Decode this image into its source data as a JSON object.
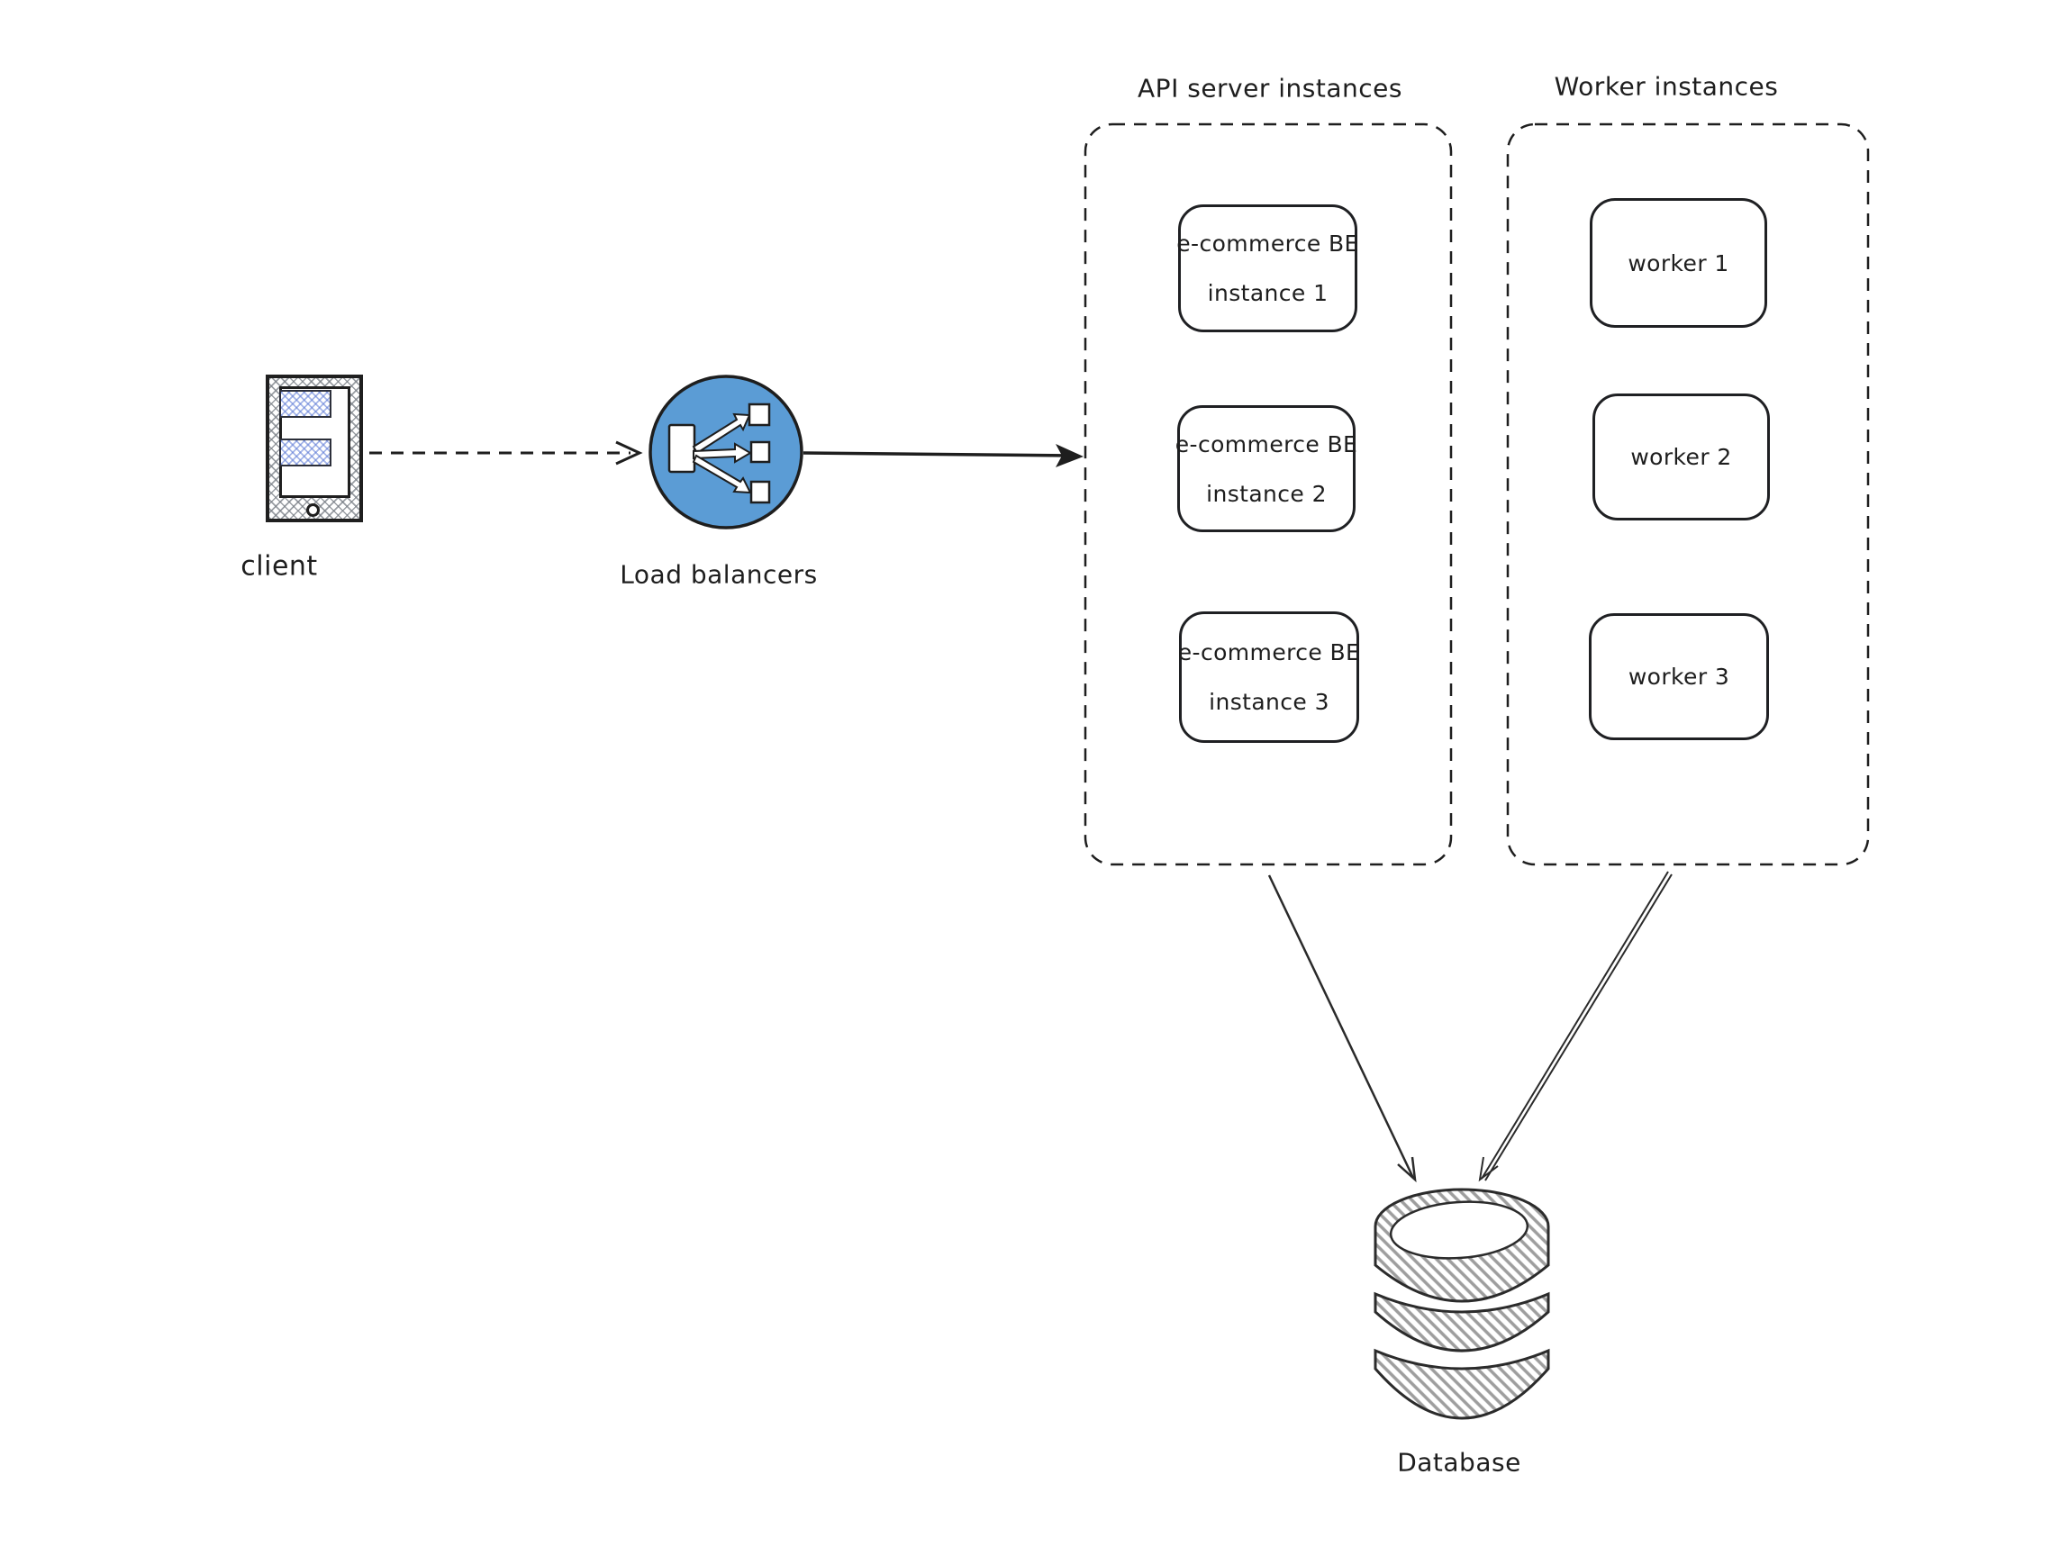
{
  "canvas": {
    "background": "#ffffff",
    "stroke_color": "#1e1e1e"
  },
  "client": {
    "label": "client"
  },
  "load_balancer": {
    "label": "Load balancers",
    "fill": "#5b9cd5"
  },
  "api_group": {
    "title": "API server instances",
    "nodes": [
      {
        "line1": "e-commerce BE",
        "line2": "instance 1"
      },
      {
        "line1": "e-commerce BE",
        "line2": "instance 2"
      },
      {
        "line1": "e-commerce BE",
        "line2": "instance 3"
      }
    ]
  },
  "worker_group": {
    "title": "Worker instances",
    "nodes": [
      {
        "label": "worker 1"
      },
      {
        "label": "worker 2"
      },
      {
        "label": "worker 3"
      }
    ]
  },
  "database": {
    "label": "Database"
  }
}
